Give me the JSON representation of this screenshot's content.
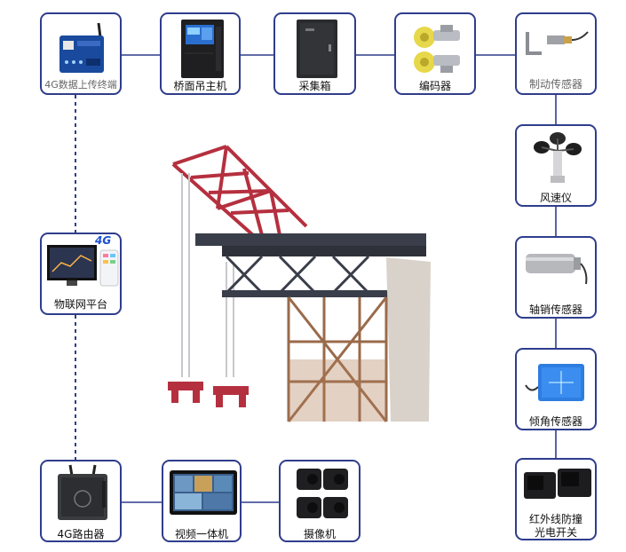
{
  "nodes": {
    "terminal": "4G数据上传终端",
    "main_unit": "桥面吊主机",
    "collector": "采集箱",
    "encoder": "编码器",
    "brake_sensor": "制动传感器",
    "anemometer": "风速仪",
    "iot_platform": "物联网平台",
    "pin_sensor": "轴销传感器",
    "tilt_sensor": "倾角传感器",
    "ir_switch_line1": "红外线防撞",
    "ir_switch_line2": "光电开关",
    "router": "4G路由器",
    "video_unit": "视频一体机",
    "camera": "摄像机"
  },
  "badges": {
    "four_g": "4G"
  },
  "colors": {
    "border": "#2f3d8c",
    "line": "#2f3d8c",
    "crane_red": "#b5303f",
    "crane_dark": "#3a3e4a",
    "rust": "#9a6a4a"
  }
}
